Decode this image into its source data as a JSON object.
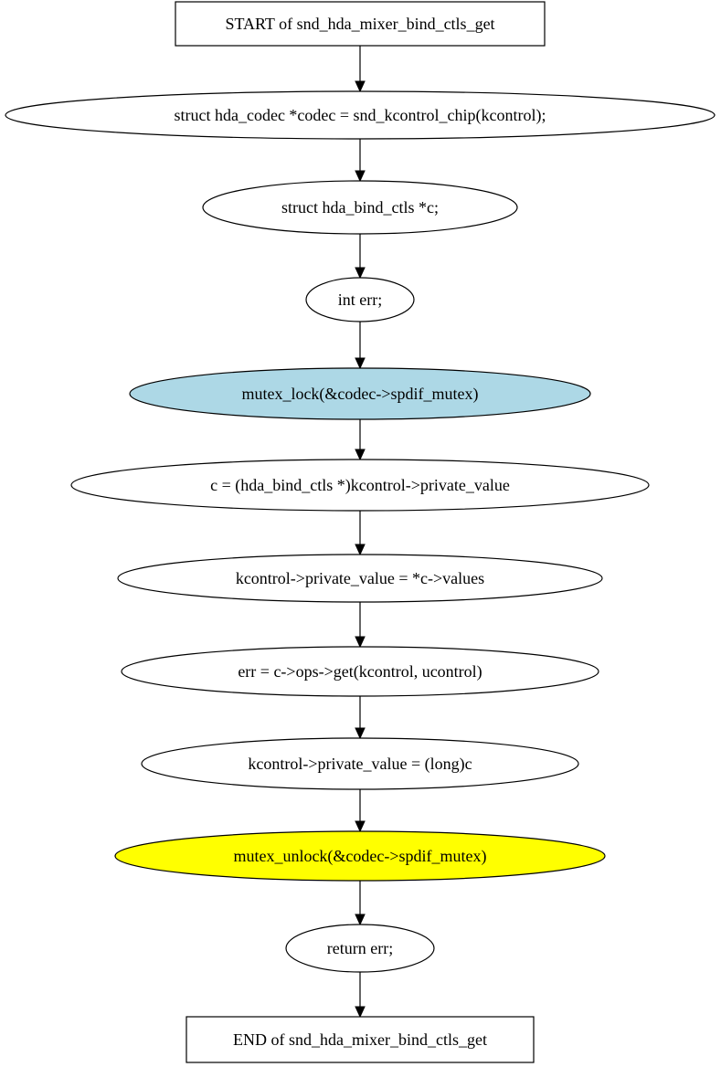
{
  "diagram": {
    "nodes": [
      {
        "id": "start",
        "shape": "box",
        "label": "START of snd_hda_mixer_bind_ctls_get",
        "fill": "#ffffff"
      },
      {
        "id": "n1",
        "shape": "ellipse",
        "label": "struct hda_codec *codec = snd_kcontrol_chip(kcontrol);",
        "fill": "#ffffff"
      },
      {
        "id": "n2",
        "shape": "ellipse",
        "label": "struct hda_bind_ctls *c;",
        "fill": "#ffffff"
      },
      {
        "id": "n3",
        "shape": "ellipse",
        "label": "int err;",
        "fill": "#ffffff"
      },
      {
        "id": "n4",
        "shape": "ellipse",
        "label": "mutex_lock(&codec->spdif_mutex)",
        "fill": "#add8e6"
      },
      {
        "id": "n5",
        "shape": "ellipse",
        "label": "c = (hda_bind_ctls *)kcontrol->private_value",
        "fill": "#ffffff"
      },
      {
        "id": "n6",
        "shape": "ellipse",
        "label": "kcontrol->private_value = *c->values",
        "fill": "#ffffff"
      },
      {
        "id": "n7",
        "shape": "ellipse",
        "label": "err = c->ops->get(kcontrol, ucontrol)",
        "fill": "#ffffff"
      },
      {
        "id": "n8",
        "shape": "ellipse",
        "label": "kcontrol->private_value = (long)c",
        "fill": "#ffffff"
      },
      {
        "id": "n9",
        "shape": "ellipse",
        "label": "mutex_unlock(&codec->spdif_mutex)",
        "fill": "#ffff00"
      },
      {
        "id": "n10",
        "shape": "ellipse",
        "label": "return err;",
        "fill": "#ffffff"
      },
      {
        "id": "end",
        "shape": "box",
        "label": "END of snd_hda_mixer_bind_ctls_get",
        "fill": "#ffffff"
      }
    ],
    "edges": [
      {
        "from": "start",
        "to": "n1"
      },
      {
        "from": "n1",
        "to": "n2"
      },
      {
        "from": "n2",
        "to": "n3"
      },
      {
        "from": "n3",
        "to": "n4"
      },
      {
        "from": "n4",
        "to": "n5"
      },
      {
        "from": "n5",
        "to": "n6"
      },
      {
        "from": "n6",
        "to": "n7"
      },
      {
        "from": "n7",
        "to": "n8"
      },
      {
        "from": "n8",
        "to": "n9"
      },
      {
        "from": "n9",
        "to": "n10"
      },
      {
        "from": "n10",
        "to": "end"
      }
    ]
  }
}
